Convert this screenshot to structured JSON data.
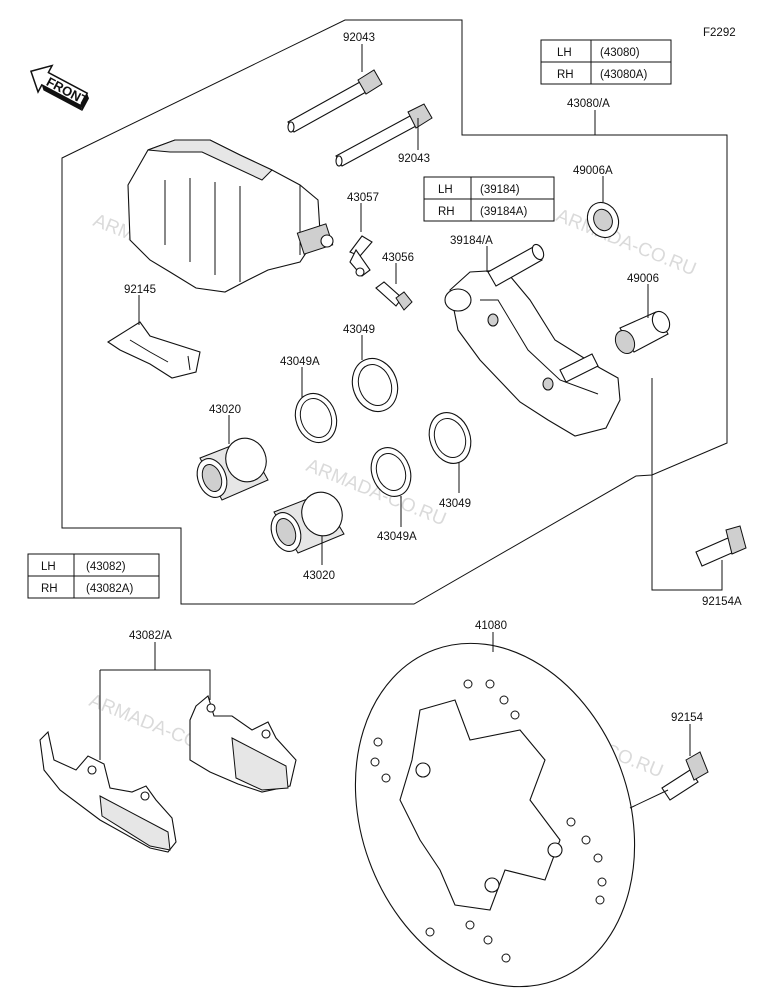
{
  "figure_code": "F2292",
  "front_label": "FRONT",
  "watermark": "ARMADA-CO.RU",
  "tables": {
    "bracket": {
      "rows": [
        {
          "side": "LH",
          "code": "(43080)"
        },
        {
          "side": "RH",
          "code": "(43080A)"
        }
      ]
    },
    "holder": {
      "rows": [
        {
          "side": "LH",
          "code": "(39184)"
        },
        {
          "side": "RH",
          "code": "(39184A)"
        }
      ]
    },
    "caliper": {
      "rows": [
        {
          "side": "LH",
          "code": "(43082)"
        },
        {
          "side": "RH",
          "code": "(43082A)"
        }
      ]
    }
  },
  "labels": {
    "pin_top": "92043",
    "pin_lower": "92043",
    "bracket_ref": "43080/A",
    "bleeder_cap": "43057",
    "bleeder_valve": "43056",
    "holder_ref": "39184/A",
    "boot_upper": "49006A",
    "boot_lower": "49006",
    "spring": "92145",
    "seal_upper": "43049",
    "seal_upper_a": "43049A",
    "piston_upper": "43020",
    "seal_lower": "43049",
    "seal_lower_a": "43049A",
    "piston_lower": "43020",
    "bolt_bracket": "92154A",
    "pads_ref": "43082/A",
    "disc": "41080",
    "bolt_disc": "92154"
  }
}
